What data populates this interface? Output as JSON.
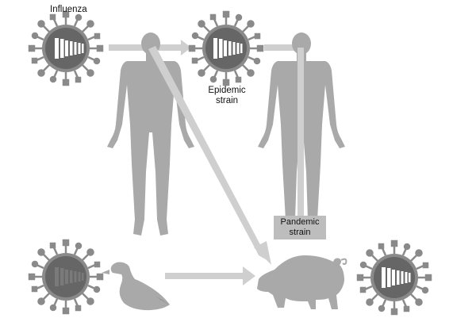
{
  "labels": {
    "influenza": "Influenza",
    "epidemic_line1": "Epidemic",
    "epidemic_line2": "strain",
    "pandemic_line1": "Pandemic",
    "pandemic_line2": "strain"
  },
  "colors": {
    "body_gray": "#a9a9a9",
    "virus_body": "#666666",
    "spike": "#8a8a8a",
    "arrow": "#cfcfcf",
    "pandemic_box": "#bdbdbd"
  },
  "icons": [
    "influenza-virus-icon",
    "epidemic-virus-icon",
    "avian-virus-icon",
    "pandemic-virus-icon",
    "human-figure-icon",
    "duck-icon",
    "pig-icon"
  ]
}
